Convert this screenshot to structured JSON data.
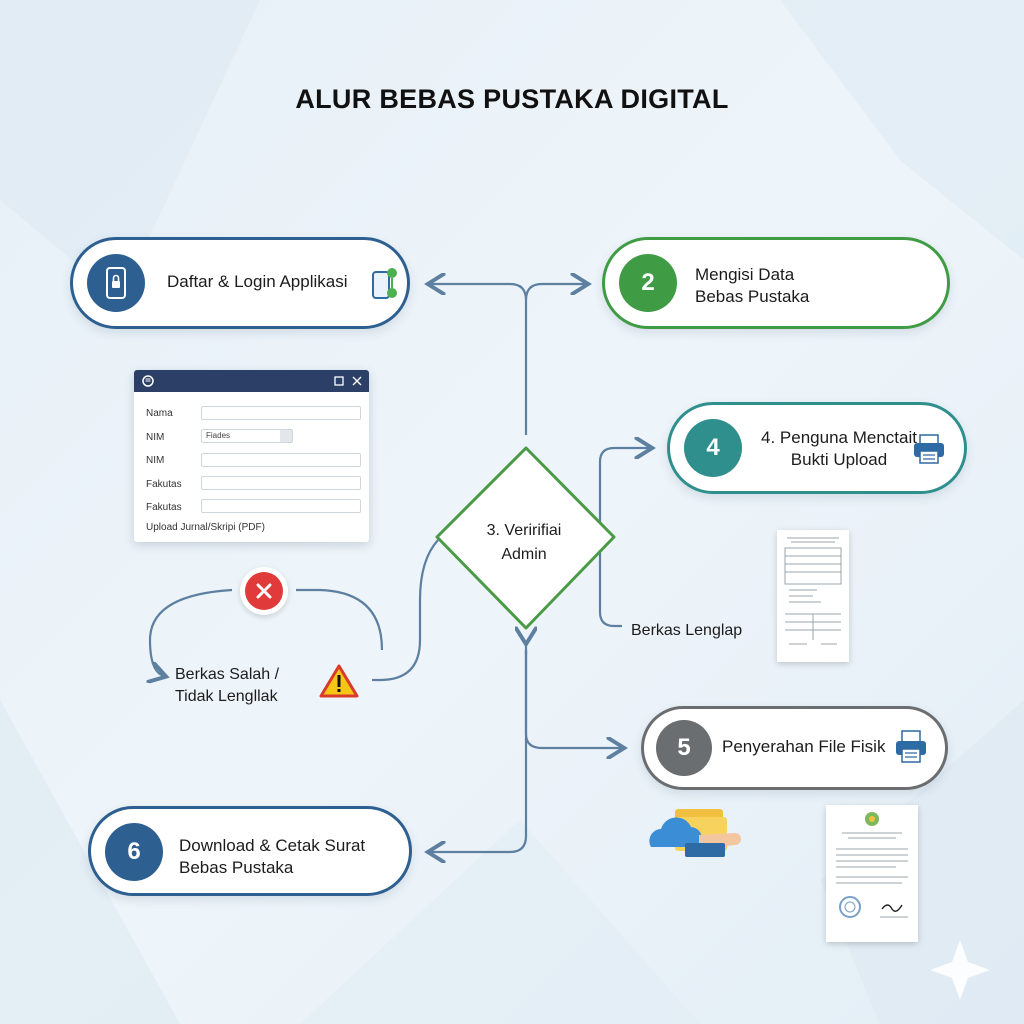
{
  "title": "ALUR BEBAS PUSTAKA DIGITAL",
  "steps": {
    "step1": {
      "label": "Daftar & Login Applikasi",
      "icon": "phone-lock-icon"
    },
    "step2": {
      "number": "2",
      "line1": "Mengisi Data",
      "line2": "Bebas Pustaka"
    },
    "step3": {
      "line1": "3. Veririfiai",
      "line2": "Admin"
    },
    "step4": {
      "number": "4",
      "line1": "4. Penguna Menctait",
      "line2": "Bukti Upload",
      "icon": "printer-icon"
    },
    "step5": {
      "number": "5",
      "label": "Penyerahan File Fisik",
      "icon": "printer-icon"
    },
    "step6": {
      "number": "6",
      "line1": "Download & Cetak Surat",
      "line2": "Bebas Pustaka"
    }
  },
  "form": {
    "fields": [
      {
        "label": "Nama",
        "value": ""
      },
      {
        "label": "NIM",
        "value": "Fiades"
      },
      {
        "label": "NIM",
        "value": ""
      },
      {
        "label": "Fakutas",
        "value": ""
      },
      {
        "label": "Fakutas",
        "value": ""
      }
    ],
    "upload_label": "Upload Jurnal/Skripi (PDF)"
  },
  "branches": {
    "rejected_line1": "Berkas Salah /",
    "rejected_line2": "Tidak Lengllak",
    "complete": "Berkas Lenglap"
  },
  "colors": {
    "blue": "#2e5f91",
    "green": "#3f9c44",
    "teal": "#2f8f8c",
    "gray": "#6b6e71",
    "connector": "#5d7fa0",
    "diamond": "#4a9a46"
  }
}
